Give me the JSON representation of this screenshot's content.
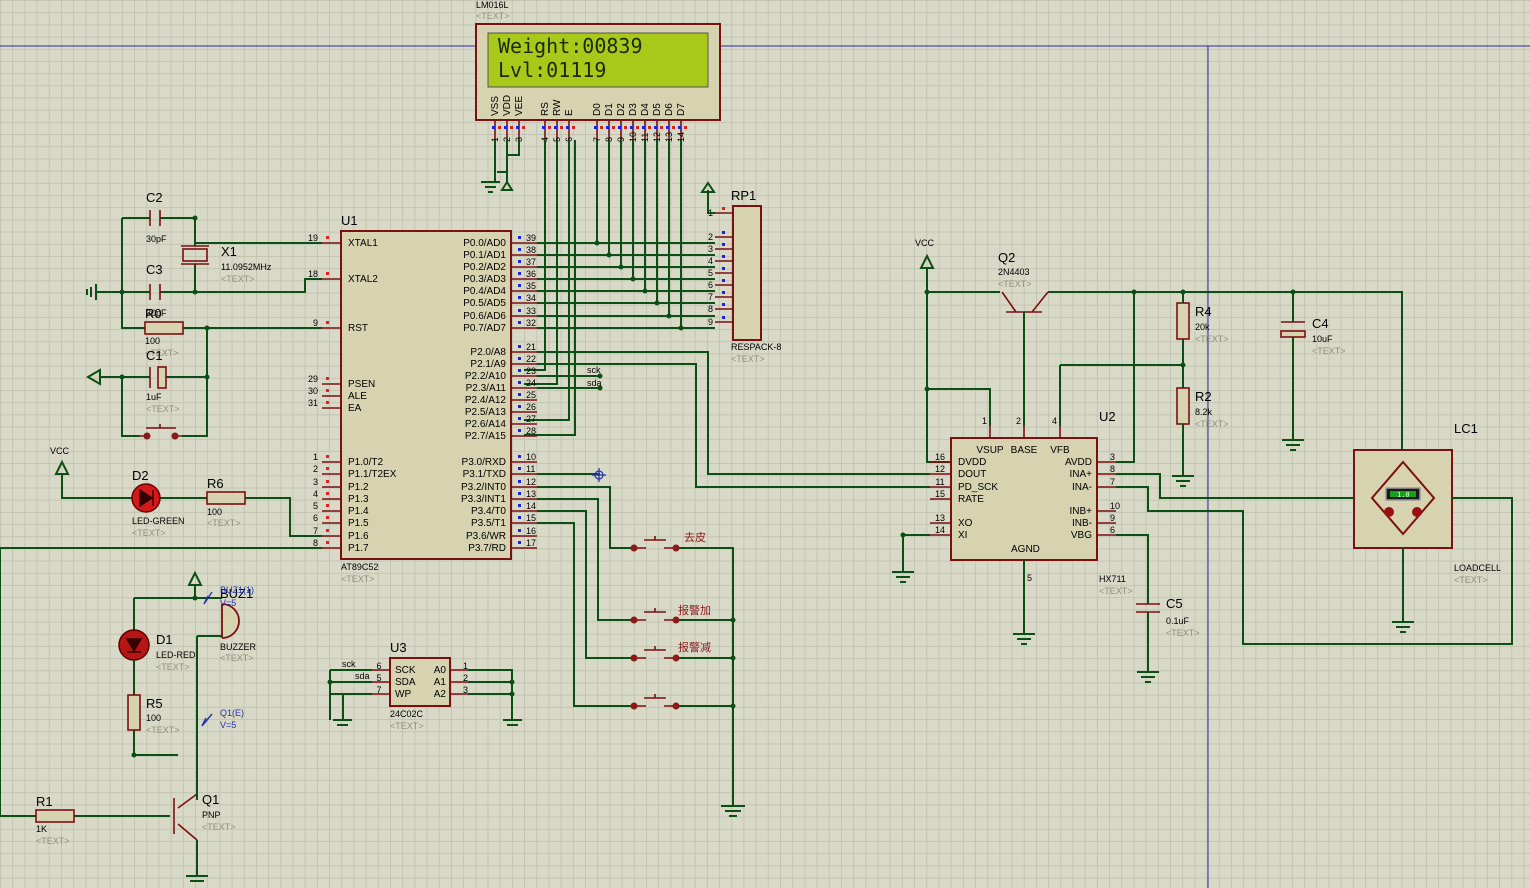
{
  "lcd": {
    "part": "LM016L",
    "placeholder": "<TEXT>",
    "line1": "Weight:00839",
    "line2": "Lvl:01119",
    "pins": [
      "VSS",
      "VDD",
      "VEE",
      "RS",
      "RW",
      "E",
      "D0",
      "D1",
      "D2",
      "D3",
      "D4",
      "D5",
      "D6",
      "D7"
    ],
    "pin_numbers": [
      "1",
      "2",
      "3",
      "4",
      "5",
      "6",
      "7",
      "8",
      "9",
      "10",
      "11",
      "12",
      "13",
      "14"
    ]
  },
  "u1": {
    "ref": "U1",
    "part": "AT89C52",
    "placeholder": "<TEXT>",
    "left_pins": [
      {
        "num": "19",
        "name": "XTAL1"
      },
      {
        "num": "18",
        "name": "XTAL2"
      },
      {
        "num": "9",
        "name": "RST"
      },
      {
        "num": "29",
        "name": "PSEN"
      },
      {
        "num": "30",
        "name": "ALE"
      },
      {
        "num": "31",
        "name": "EA"
      },
      {
        "num": "1",
        "name": "P1.0/T2"
      },
      {
        "num": "2",
        "name": "P1.1/T2EX"
      },
      {
        "num": "3",
        "name": "P1.2"
      },
      {
        "num": "4",
        "name": "P1.3"
      },
      {
        "num": "5",
        "name": "P1.4"
      },
      {
        "num": "6",
        "name": "P1.5"
      },
      {
        "num": "7",
        "name": "P1.6"
      },
      {
        "num": "8",
        "name": "P1.7"
      }
    ],
    "right_pins": [
      {
        "num": "39",
        "name": "P0.0/AD0"
      },
      {
        "num": "38",
        "name": "P0.1/AD1"
      },
      {
        "num": "37",
        "name": "P0.2/AD2"
      },
      {
        "num": "36",
        "name": "P0.3/AD3"
      },
      {
        "num": "35",
        "name": "P0.4/AD4"
      },
      {
        "num": "34",
        "name": "P0.5/AD5"
      },
      {
        "num": "33",
        "name": "P0.6/AD6"
      },
      {
        "num": "32",
        "name": "P0.7/AD7"
      },
      {
        "num": "21",
        "name": "P2.0/A8"
      },
      {
        "num": "22",
        "name": "P2.1/A9"
      },
      {
        "num": "23",
        "name": "P2.2/A10"
      },
      {
        "num": "24",
        "name": "P2.3/A11"
      },
      {
        "num": "25",
        "name": "P2.4/A12"
      },
      {
        "num": "26",
        "name": "P2.5/A13"
      },
      {
        "num": "27",
        "name": "P2.6/A14"
      },
      {
        "num": "28",
        "name": "P2.7/A15"
      },
      {
        "num": "10",
        "name": "P3.0/RXD"
      },
      {
        "num": "11",
        "name": "P3.1/TXD"
      },
      {
        "num": "12",
        "name": "P3.2/INT0"
      },
      {
        "num": "13",
        "name": "P3.3/INT1"
      },
      {
        "num": "14",
        "name": "P3.4/T0"
      },
      {
        "num": "15",
        "name": "P3.5/T1"
      },
      {
        "num": "16",
        "name": "P3.6/WR"
      },
      {
        "num": "17",
        "name": "P3.7/RD"
      }
    ]
  },
  "rp1": {
    "ref": "RP1",
    "part": "RESPACK-8",
    "placeholder": "<TEXT>",
    "pins": [
      "1",
      "2",
      "3",
      "4",
      "5",
      "6",
      "7",
      "8",
      "9"
    ]
  },
  "c2": {
    "ref": "C2",
    "value": "30pF"
  },
  "c3": {
    "ref": "C3",
    "value": "30pF"
  },
  "x1": {
    "ref": "X1",
    "value": "11.0952MHz",
    "placeholder": "<TEXT>"
  },
  "r0": {
    "ref": "R0",
    "value": "100",
    "placeholder": "<TEXT>"
  },
  "c1": {
    "ref": "C1",
    "value": "1uF",
    "placeholder": "<TEXT>"
  },
  "d2": {
    "ref": "D2",
    "part": "LED-GREEN",
    "placeholder": "<TEXT>"
  },
  "r6": {
    "ref": "R6",
    "value": "100",
    "placeholder": "<TEXT>"
  },
  "vcc1": "VCC",
  "vcc2": "VCC",
  "buz1": {
    "ref": "BUZ1",
    "part": "BUZZER",
    "placeholder": "<TEXT>",
    "probe": "BUZ1(1)",
    "probe_v": "V=5"
  },
  "d1": {
    "ref": "D1",
    "part": "LED-RED",
    "placeholder": "<TEXT>"
  },
  "r5": {
    "ref": "R5",
    "value": "100",
    "placeholder": "<TEXT>"
  },
  "q1probe": {
    "label": "Q1(E)",
    "v": "V=5"
  },
  "r1": {
    "ref": "R1",
    "value": "1K",
    "placeholder": "<TEXT>"
  },
  "q1": {
    "ref": "Q1",
    "part": "PNP",
    "placeholder": "<TEXT>"
  },
  "u3": {
    "ref": "U3",
    "part": "24C02C",
    "placeholder": "<TEXT>",
    "left_pins": [
      {
        "num": "6",
        "name": "SCK"
      },
      {
        "num": "5",
        "name": "SDA"
      },
      {
        "num": "7",
        "name": "WP"
      }
    ],
    "right_pins": [
      {
        "num": "1",
        "name": "A0"
      },
      {
        "num": "2",
        "name": "A1"
      },
      {
        "num": "3",
        "name": "A2"
      }
    ],
    "net_sck": "sck",
    "net_sda": "sda"
  },
  "nets": {
    "sck": "sck",
    "sda": "sda"
  },
  "buttons": {
    "tare": "去皮",
    "alarm_up": "报警加",
    "alarm_down": "报警减"
  },
  "q2": {
    "ref": "Q2",
    "part": "2N4403",
    "placeholder": "<TEXT>"
  },
  "r4": {
    "ref": "R4",
    "value": "20k",
    "placeholder": "<TEXT>"
  },
  "r2": {
    "ref": "R2",
    "value": "8.2k",
    "placeholder": "<TEXT>"
  },
  "c4": {
    "ref": "C4",
    "value": "10uF",
    "placeholder": "<TEXT>"
  },
  "c5": {
    "ref": "C5",
    "value": "0.1uF",
    "placeholder": "<TEXT>"
  },
  "u2": {
    "ref": "U2",
    "part": "HX711",
    "placeholder": "<TEXT>",
    "top_pins": [
      {
        "num": "1",
        "name": "VSUP"
      },
      {
        "num": "2",
        "name": "BASE"
      },
      {
        "num": "4",
        "name": "VFB"
      }
    ],
    "left_pins": [
      {
        "num": "16",
        "name": "DVDD"
      },
      {
        "num": "12",
        "name": "DOUT"
      },
      {
        "num": "11",
        "name": "PD_SCK"
      },
      {
        "num": "15",
        "name": "RATE"
      },
      {
        "num": "13",
        "name": "XO"
      },
      {
        "num": "14",
        "name": "XI"
      }
    ],
    "right_pins": [
      {
        "num": "3",
        "name": "AVDD"
      },
      {
        "num": "8",
        "name": "INA+"
      },
      {
        "num": "7",
        "name": "INA-"
      },
      {
        "num": "10",
        "name": "INB+"
      },
      {
        "num": "9",
        "name": "INB-"
      },
      {
        "num": "6",
        "name": "VBG"
      }
    ],
    "agnd": "AGND",
    "agnd_num": "5"
  },
  "lc1": {
    "ref": "LC1",
    "part": "LOADCELL",
    "placeholder": "<TEXT>",
    "reading": "1.0"
  }
}
